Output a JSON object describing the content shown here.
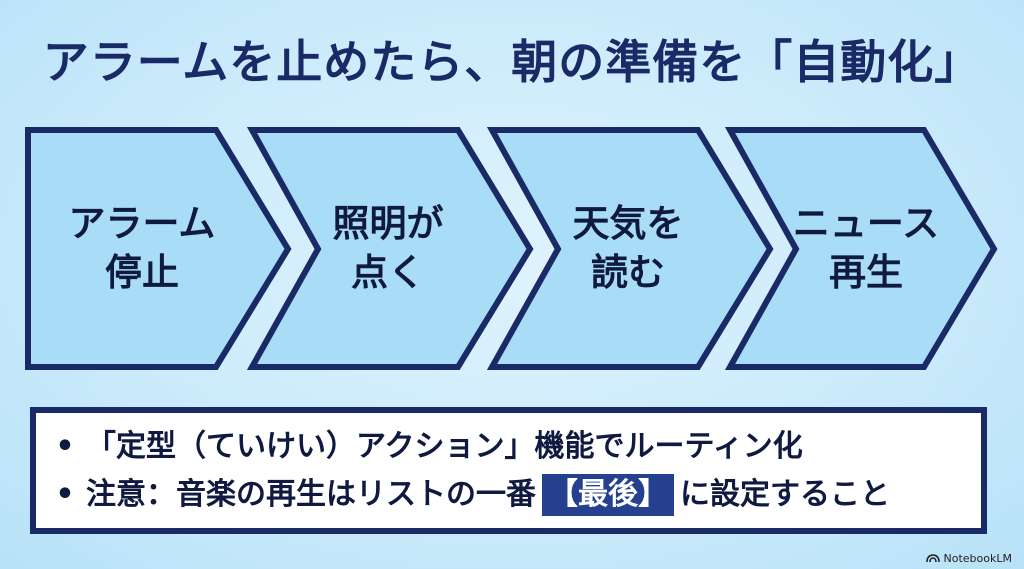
{
  "title": "アラームを止めたら、朝の準備を「自動化」",
  "steps": [
    {
      "line1": "アラーム",
      "line2": "停止"
    },
    {
      "line1": "照明が",
      "line2": "点く"
    },
    {
      "line1": "天気を",
      "line2": "読む"
    },
    {
      "line1": "ニュース",
      "line2": "再生"
    }
  ],
  "notes": {
    "bullet": "•",
    "item1": "「定型（ていけい）アクション」機能でルーティン化",
    "item2_pre": "注意：音楽の再生はリストの一番",
    "item2_highlight": "【最後】",
    "item2_post": "に設定すること"
  },
  "footer": {
    "brand": "NotebookLM",
    "icon": "notebooklm-logo-icon"
  },
  "colors": {
    "navy": "#1a2a66",
    "arrow_fill": "#a9dcf6",
    "highlight": "#25408f"
  }
}
